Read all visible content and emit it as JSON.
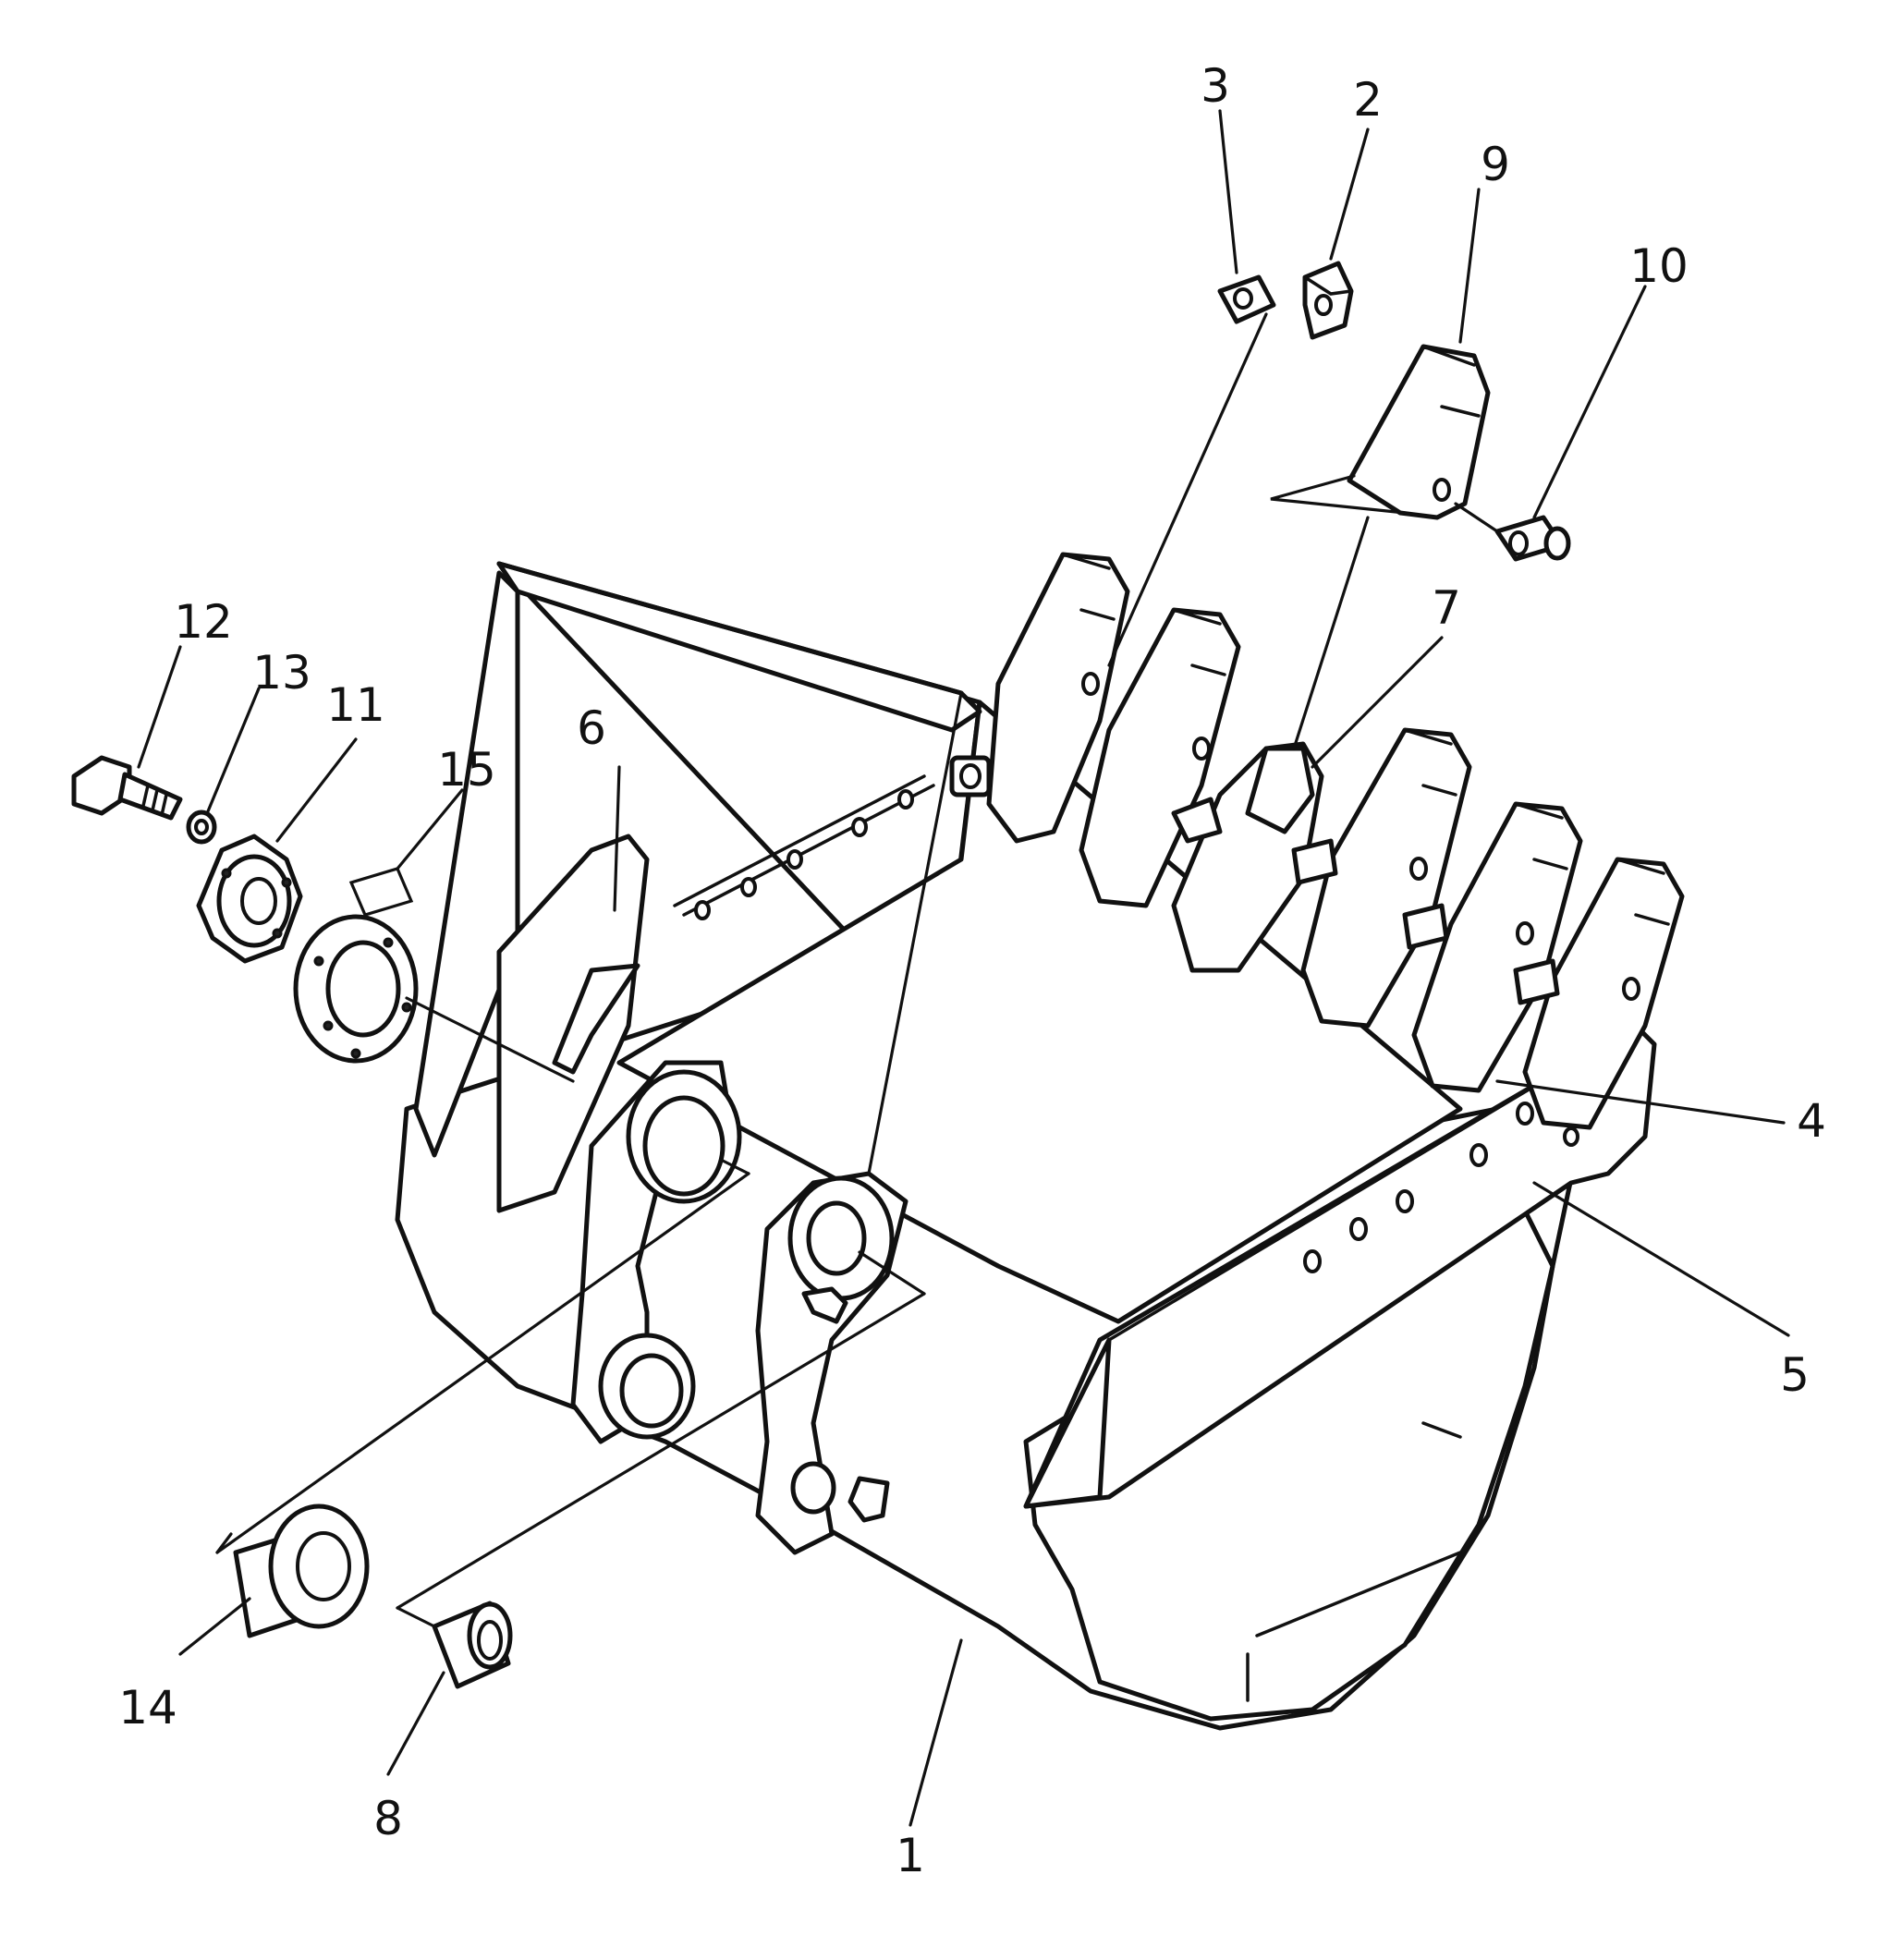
{
  "callouts": [
    {
      "id": "1",
      "label": "1"
    },
    {
      "id": "2",
      "label": "2"
    },
    {
      "id": "3",
      "label": "3"
    },
    {
      "id": "4",
      "label": "4"
    },
    {
      "id": "5",
      "label": "5"
    },
    {
      "id": "6",
      "label": "6"
    },
    {
      "id": "7",
      "label": "7"
    },
    {
      "id": "8",
      "label": "8"
    },
    {
      "id": "9",
      "label": "9"
    },
    {
      "id": "10",
      "label": "10"
    },
    {
      "id": "11",
      "label": "11"
    },
    {
      "id": "12",
      "label": "12"
    },
    {
      "id": "13",
      "label": "13"
    },
    {
      "id": "14",
      "label": "14"
    },
    {
      "id": "15",
      "label": "15"
    }
  ],
  "parts": [
    {
      "name": "bucket-body"
    },
    {
      "name": "tooth-point"
    },
    {
      "name": "adapter"
    },
    {
      "name": "side-cutter"
    },
    {
      "name": "pin"
    },
    {
      "name": "lock"
    },
    {
      "name": "plate"
    },
    {
      "name": "bolt"
    },
    {
      "name": "washer"
    },
    {
      "name": "collar"
    },
    {
      "name": "bushing"
    },
    {
      "name": "boss"
    }
  ]
}
